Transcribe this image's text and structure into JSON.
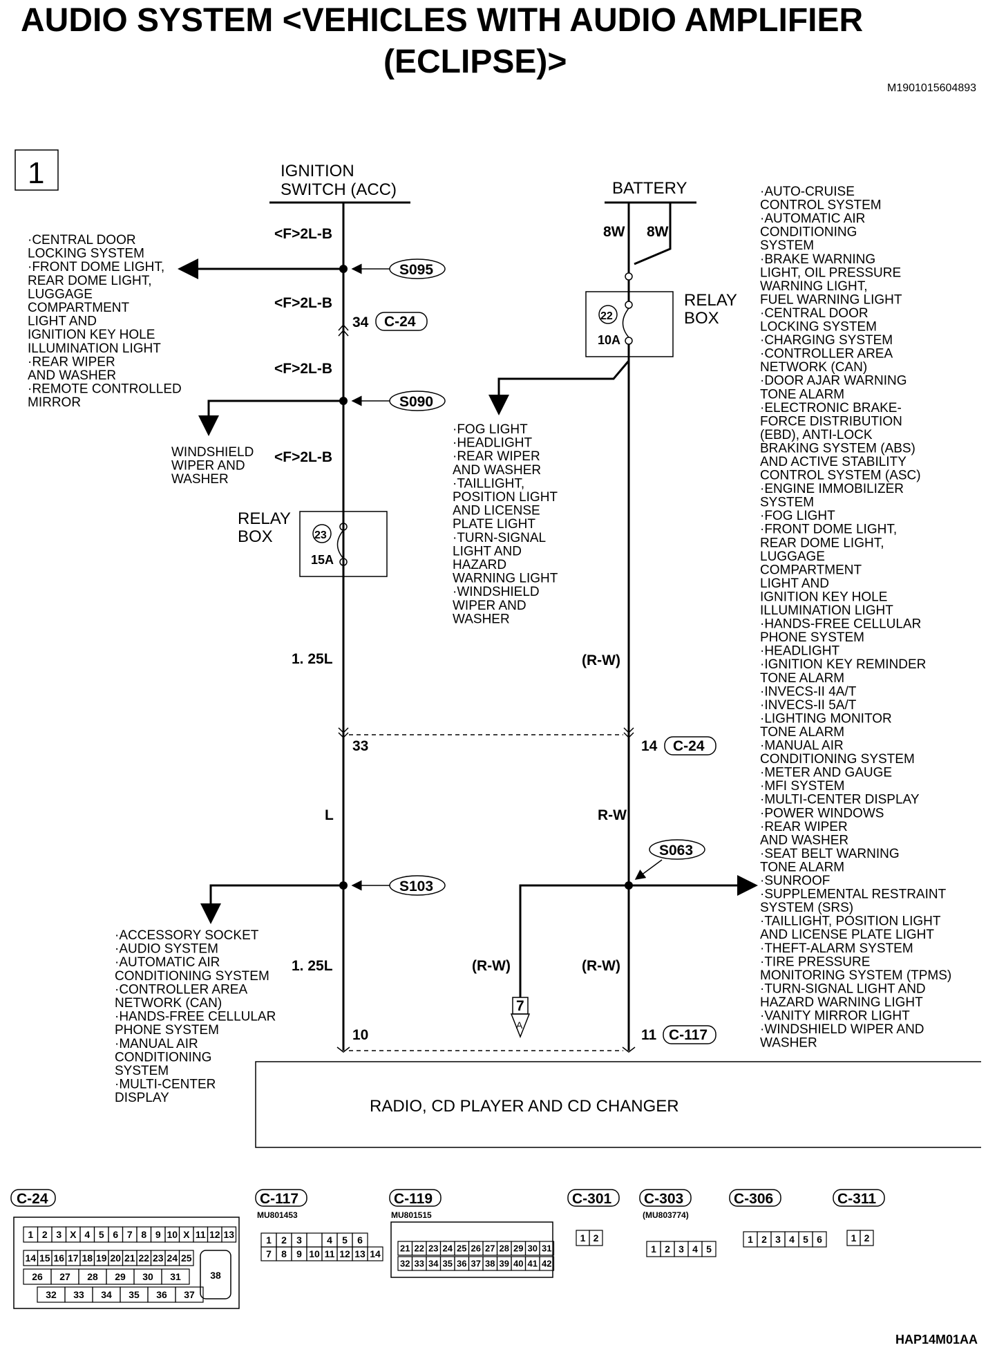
{
  "title": {
    "line1": "AUDIO SYSTEM <VEHICLES WITH AUDIO AMPLIFIER",
    "line2": "(ECLIPSE)>",
    "doc_id": "M1901015604893"
  },
  "page_number": "1",
  "sources": {
    "ignition": [
      "IGNITION",
      "SWITCH (ACC)"
    ],
    "battery": "BATTERY"
  },
  "wire_labels": {
    "w_f2lb": "<F>2L-B",
    "w_8w": "8W",
    "w_125l": "1. 25L",
    "w_rw_paren": "(R-W)",
    "w_l": "L",
    "w_rw": "R-W"
  },
  "splices": [
    "S095",
    "S090",
    "S103",
    "S063"
  ],
  "connectors": {
    "c24": "C-24",
    "c117": "C-117",
    "pins": {
      "p34": "34",
      "p33": "33",
      "p14": "14",
      "p10": "10",
      "p11": "11"
    }
  },
  "relay_boxes": {
    "label": [
      "RELAY",
      "BOX"
    ],
    "fuse22": {
      "num": "22",
      "amp": "10A"
    },
    "fuse23": {
      "num": "23",
      "amp": "15A"
    }
  },
  "branch_lists": {
    "s095": [
      "·CENTRAL DOOR",
      " LOCKING SYSTEM",
      "·FRONT DOME LIGHT,",
      " REAR DOME LIGHT,",
      " LUGGAGE",
      " COMPARTMENT",
      " LIGHT AND",
      " IGNITION KEY HOLE",
      " ILLUMINATION LIGHT",
      "·REAR WIPER",
      " AND WASHER",
      "·REMOTE CONTROLLED",
      " MIRROR"
    ],
    "s090": [
      "WINDSHIELD",
      "WIPER AND",
      "WASHER"
    ],
    "relay22": [
      "·FOG LIGHT",
      "·HEADLIGHT",
      "·REAR WIPER",
      " AND WASHER",
      "·TAILLIGHT,",
      " POSITION LIGHT",
      " AND LICENSE",
      " PLATE LIGHT",
      "·TURN-SIGNAL",
      " LIGHT AND",
      " HAZARD",
      " WARNING LIGHT",
      "·WINDSHIELD",
      " WIPER AND",
      " WASHER"
    ],
    "s103": [
      "·ACCESSORY SOCKET",
      "·AUDIO SYSTEM",
      "·AUTOMATIC AIR",
      " CONDITIONING SYSTEM",
      "·CONTROLLER AREA",
      " NETWORK (CAN)",
      "·HANDS-FREE CELLULAR",
      " PHONE SYSTEM",
      "·MANUAL AIR",
      " CONDITIONING",
      " SYSTEM",
      "·MULTI-CENTER",
      " DISPLAY"
    ],
    "right": [
      "·AUTO-CRUISE",
      " CONTROL SYSTEM",
      "·AUTOMATIC AIR",
      " CONDITIONING",
      " SYSTEM",
      "·BRAKE WARNING",
      " LIGHT, OIL PRESSURE",
      " WARNING LIGHT,",
      " FUEL WARNING LIGHT",
      "·CENTRAL DOOR",
      " LOCKING SYSTEM",
      "·CHARGING SYSTEM",
      "·CONTROLLER AREA",
      " NETWORK (CAN)",
      "·DOOR AJAR WARNING",
      " TONE ALARM",
      "·ELECTRONIC BRAKE-",
      " FORCE DISTRIBUTION",
      " (EBD), ANTI-LOCK",
      " BRAKING SYSTEM (ABS)",
      " AND ACTIVE STABILITY",
      " CONTROL SYSTEM (ASC)",
      "·ENGINE IMMOBILIZER",
      " SYSTEM",
      "·FOG LIGHT",
      "·FRONT DOME LIGHT,",
      " REAR DOME LIGHT,",
      " LUGGAGE",
      " COMPARTMENT",
      " LIGHT AND",
      " IGNITION KEY HOLE",
      " ILLUMINATION LIGHT",
      "·HANDS-FREE CELLULAR",
      " PHONE SYSTEM",
      "·HEADLIGHT",
      "·IGNITION KEY REMINDER",
      " TONE ALARM",
      "·INVECS-II 4A/T",
      "·INVECS-II 5A/T",
      "·LIGHTING MONITOR",
      " TONE ALARM",
      "·MANUAL AIR",
      " CONDITIONING SYSTEM",
      "·METER AND GAUGE",
      "·MFI SYSTEM",
      "·MULTI-CENTER DISPLAY",
      "·POWER WINDOWS",
      "·REAR WIPER",
      " AND WASHER",
      "·SEAT BELT WARNING",
      " TONE ALARM",
      "·SUNROOF",
      "·SUPPLEMENTAL RESTRAINT",
      " SYSTEM (SRS)",
      "·TAILLIGHT, POSITION LIGHT",
      " AND LICENSE PLATE LIGHT",
      "·THEFT-ALARM SYSTEM",
      "·TIRE PRESSURE",
      " MONITORING SYSTEM (TPMS)",
      "·TURN-SIGNAL LIGHT AND",
      " HAZARD WARNING LIGHT",
      "·VANITY MIRROR LIGHT",
      "·WINDSHIELD WIPER AND",
      " WASHER"
    ]
  },
  "offpage": {
    "num": "7",
    "letter": "A"
  },
  "component": "RADIO, CD PLAYER AND CD CHANGER",
  "connector_views": [
    {
      "id": "C-24",
      "part": ""
    },
    {
      "id": "C-117",
      "part": "MU801453"
    },
    {
      "id": "C-119",
      "part": "MU801515"
    },
    {
      "id": "C-301",
      "part": ""
    },
    {
      "id": "C-303",
      "part": "(MU803774)"
    },
    {
      "id": "C-306",
      "part": ""
    },
    {
      "id": "C-311",
      "part": ""
    }
  ],
  "pin_grids": {
    "c24_r1": [
      "1",
      "2",
      "3",
      "X",
      "4",
      "5",
      "6",
      "7",
      "8",
      "9",
      "10",
      "X",
      "11",
      "12",
      "13"
    ],
    "c24_r2": [
      "14",
      "15",
      "16",
      "17",
      "18",
      "19",
      "20",
      "21",
      "22",
      "23",
      "24",
      "25"
    ],
    "c24_r3": [
      "26",
      "27",
      "28",
      "29",
      "30",
      "31"
    ],
    "c24_r4": [
      "32",
      "33",
      "34",
      "35",
      "36",
      "37"
    ],
    "c24_38": "38",
    "c117_r1": [
      "1",
      "2",
      "3",
      "",
      "4",
      "5",
      "6"
    ],
    "c117_r2": [
      "7",
      "8",
      "9",
      "10",
      "11",
      "12",
      "13",
      "14"
    ],
    "c119_r1": [
      "21",
      "22",
      "23",
      "24",
      "25",
      "26",
      "27",
      "28",
      "29",
      "30",
      "31"
    ],
    "c119_r2": [
      "32",
      "33",
      "34",
      "35",
      "36",
      "37",
      "38",
      "39",
      "40",
      "41",
      "42"
    ],
    "c301": [
      "1",
      "2"
    ],
    "c303": [
      "1",
      "2",
      "3",
      "4",
      "5"
    ],
    "c306": [
      "1",
      "2",
      "3",
      "4",
      "5",
      "6"
    ],
    "c311": [
      "1",
      "2"
    ]
  },
  "footer_code": "HAP14M01AA"
}
